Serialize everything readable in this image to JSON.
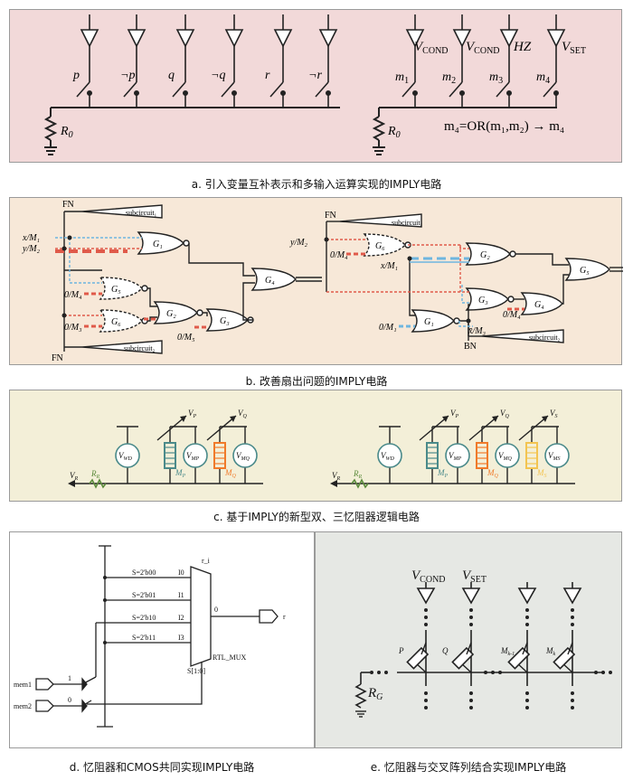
{
  "captions": {
    "a": "a. 引入变量互补表示和多输入运算实现的IMPLY电路",
    "b": "b. 改善扇出问题的IMPLY电路",
    "c": "c. 基于IMPLY的新型双、三忆阻器逻辑电路",
    "d": "d. 忆阻器和CMOS共同实现IMPLY电路",
    "e": "e. 忆阻器与交叉阵列结合实现IMPLY电路"
  },
  "colors": {
    "panel_a_bg": "#f2d9d9",
    "panel_b_bg": "#f7e8d8",
    "panel_c_bg": "#f3efd8",
    "panel_e_bg": "#e6e8e4",
    "red": "#e05a4a",
    "blue": "#6fb6df",
    "teal": "#4a8a8a",
    "orange": "#f07a2a",
    "yellow": "#f3c451"
  },
  "panel_a": {
    "left_labels": [
      "p",
      "¬p",
      "q",
      "¬q",
      "r",
      "¬r"
    ],
    "left_r": "R",
    "left_r_sub": "0",
    "right_sources": [
      "V",
      "V",
      "HZ",
      "V"
    ],
    "right_source_subs": [
      "COND",
      "COND",
      "",
      "SET"
    ],
    "right_switches": [
      "m",
      "m",
      "m",
      "m"
    ],
    "right_switch_subs": [
      "1",
      "2",
      "3",
      "4"
    ],
    "right_r": "R",
    "right_r_sub": "0",
    "equation": "m₄=OR(m₁,m₂) → m₄"
  },
  "panel_b": {
    "left": {
      "fn_top": "FN",
      "fn_bottom": "FN",
      "subcircuit1": "subcircuit₁",
      "subcircuit2": "subcircuit₂",
      "inputs": [
        "x/M₁",
        "y/M₂"
      ],
      "zero_labels": [
        "0/M₄",
        "0/M₃",
        "0/M₅"
      ],
      "gates": [
        "G₁",
        "G₂",
        "G₃",
        "G₄",
        "G₅",
        "G₆"
      ]
    },
    "right": {
      "fn": "FN",
      "bn": "BN",
      "subcircuit1": "subcircuit₁",
      "subcircuit2": "subcircuit₂",
      "inputs": [
        "y/M₂",
        "x/M₁"
      ],
      "zero_labels": [
        "0/M₄",
        "0/M₄",
        "0/M₁"
      ],
      "xbar": "x̄/M₃",
      "gates": [
        "G₆",
        "G₂",
        "G₃",
        "G₄",
        "G₁",
        "G₅"
      ]
    }
  },
  "panel_c": {
    "left": {
      "sources": [
        "V",
        "V"
      ],
      "source_subs": [
        "P",
        "Q"
      ],
      "meters": [
        "WD",
        "MP",
        "MQ"
      ],
      "memristors": [
        "M",
        "M"
      ],
      "memristor_subs": [
        "P",
        "Q"
      ],
      "vr": "V",
      "vr_sub": "R",
      "rr": "R",
      "rr_sub": "R"
    },
    "right": {
      "sources": [
        "V",
        "V",
        "V"
      ],
      "source_subs": [
        "P",
        "Q",
        "S"
      ],
      "meters": [
        "WD",
        "MP",
        "MQ",
        "MS"
      ],
      "memristors": [
        "M",
        "M",
        "M"
      ],
      "memristor_subs": [
        "P",
        "Q",
        "S"
      ],
      "vr": "V",
      "vr_sub": "R",
      "rr": "R",
      "rr_sub": "R"
    }
  },
  "panel_d": {
    "mux_select": [
      "S=2'b00",
      "S=2'b01",
      "S=2'b10",
      "S=2'b11"
    ],
    "mux_inputs": [
      "I0",
      "I1",
      "I2",
      "I3"
    ],
    "mux_output": "0",
    "mux_select_port": "S[1:0]",
    "mux_name": "RTL_MUX",
    "mux_instance": "r_i",
    "out_label": "r",
    "mem_labels": [
      "mem1",
      "mem2"
    ],
    "mem_values": [
      "1",
      "0"
    ]
  },
  "panel_e": {
    "sources": [
      "V",
      "V"
    ],
    "source_subs": [
      "COND",
      "SET"
    ],
    "memristors": [
      "P",
      "Q",
      "M",
      "M"
    ],
    "memristor_subs": [
      "",
      "",
      "k-1",
      "k"
    ],
    "rg": "R",
    "rg_sub": "G"
  }
}
